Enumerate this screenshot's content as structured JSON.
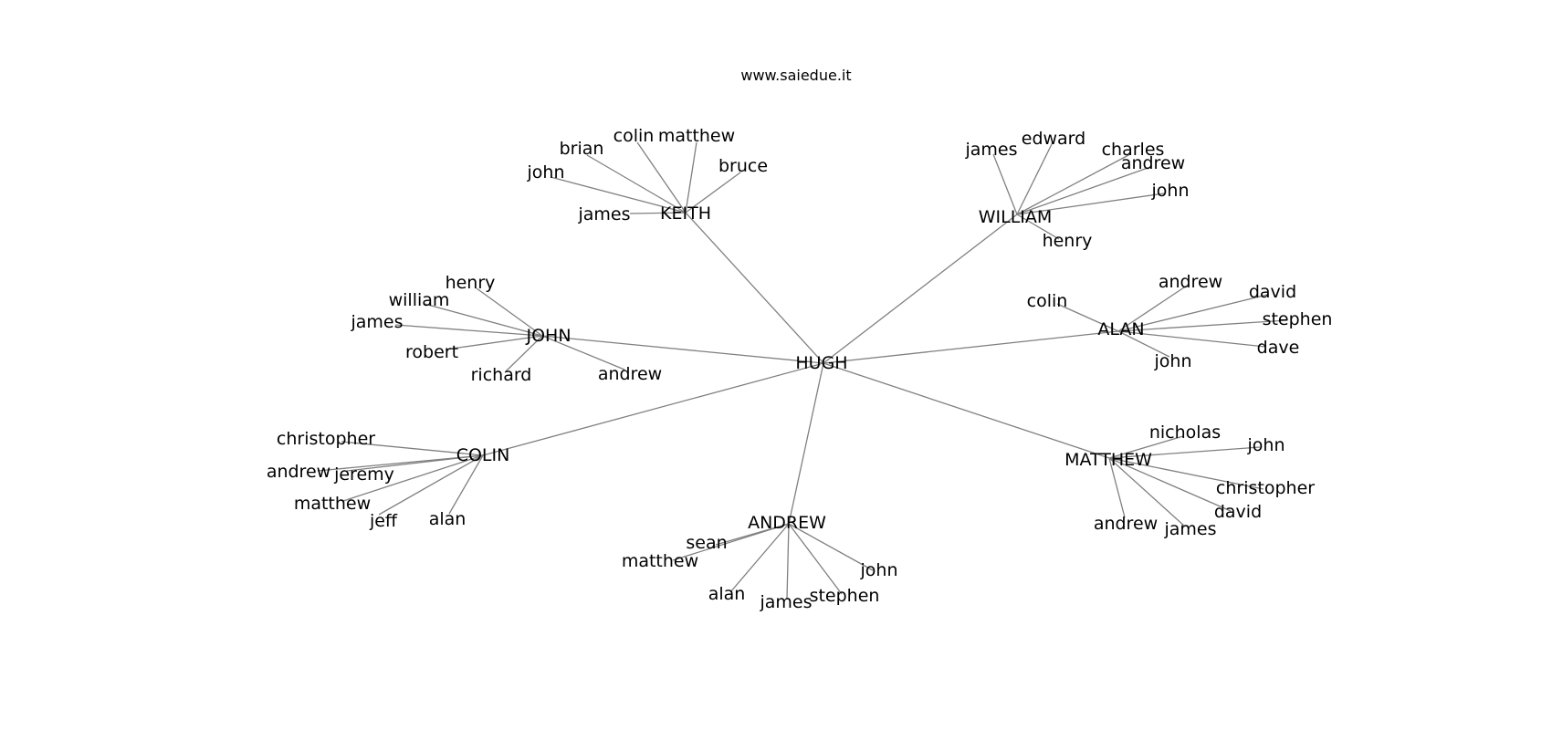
{
  "header": {
    "site": "www.saiedue.it"
  },
  "diagram": {
    "edge_color": "#808080",
    "text_color": "#000000",
    "root": "HUGH",
    "groups": [
      {
        "hub": "KEITH",
        "leaves": [
          "colin",
          "matthew",
          "brian",
          "bruce",
          "john",
          "james"
        ]
      },
      {
        "hub": "WILLIAM",
        "leaves": [
          "edward",
          "james",
          "charles",
          "andrew",
          "john",
          "henry"
        ]
      },
      {
        "hub": "JOHN",
        "leaves": [
          "henry",
          "william",
          "james",
          "robert",
          "richard",
          "andrew"
        ]
      },
      {
        "hub": "ALAN",
        "leaves": [
          "andrew",
          "colin",
          "david",
          "stephen",
          "dave",
          "john"
        ]
      },
      {
        "hub": "COLIN",
        "leaves": [
          "christopher",
          "andrew",
          "jeremy",
          "matthew",
          "jeff",
          "alan"
        ]
      },
      {
        "hub": "MATTHEW",
        "leaves": [
          "nicholas",
          "john",
          "christopher",
          "david",
          "andrew",
          "james"
        ]
      },
      {
        "hub": "ANDREW",
        "leaves": [
          "sean",
          "matthew",
          "john",
          "alan",
          "james",
          "stephen"
        ]
      }
    ]
  }
}
